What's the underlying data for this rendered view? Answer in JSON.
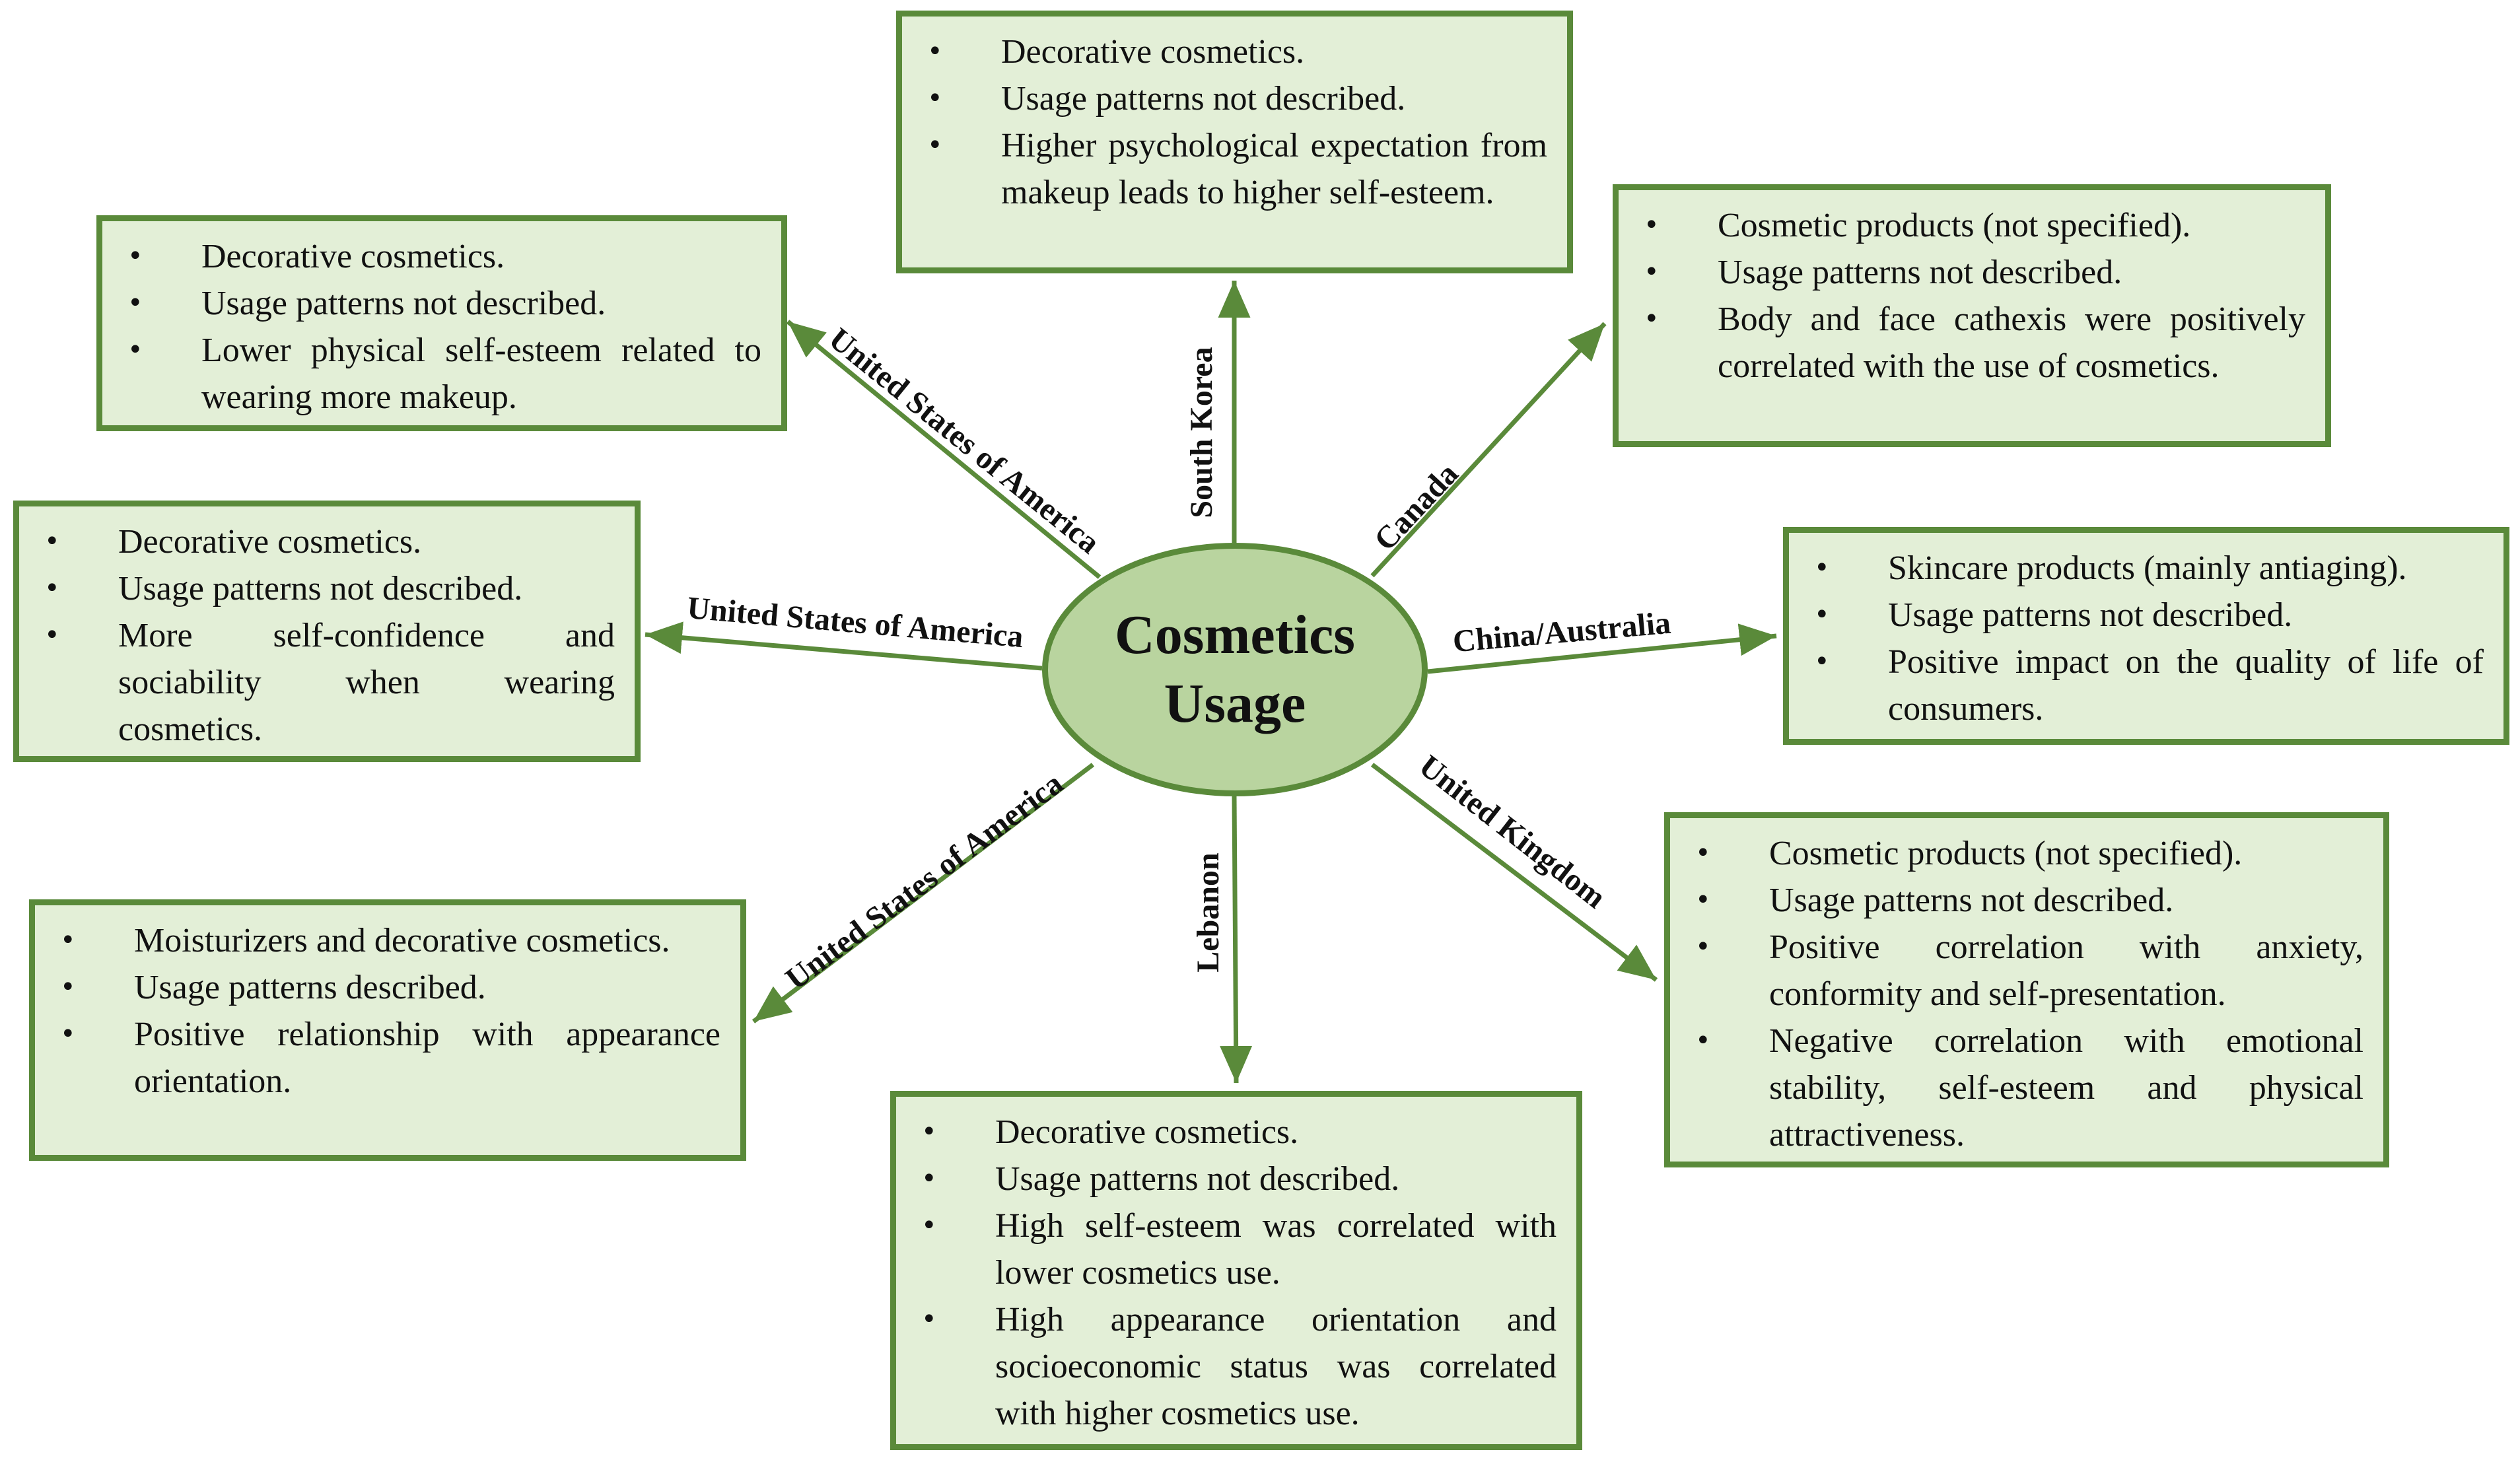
{
  "center": {
    "line1": "Cosmetics",
    "line2": "Usage"
  },
  "edges": [
    {
      "id": "south-korea",
      "label": "South Korea",
      "items": [
        "Decorative cosmetics.",
        "Usage patterns not described.",
        "Higher psychological expectation from makeup leads to higher self-esteem."
      ]
    },
    {
      "id": "canada",
      "label": "Canada",
      "items": [
        "Cosmetic products (not specified).",
        "Usage patterns not described.",
        "Body and face cathexis were positively correlated with the use of cosmetics."
      ]
    },
    {
      "id": "china-australia",
      "label": "China/Australia",
      "items": [
        "Skincare products (mainly antiaging).",
        "Usage patterns not described.",
        "Positive impact on the quality of life of consumers."
      ]
    },
    {
      "id": "united-kingdom",
      "label": "United Kingdom",
      "items": [
        "Cosmetic products (not specified).",
        "Usage patterns not described.",
        "Positive correlation with anxiety, conformity and self-presentation.",
        "Negative correlation with emotional stability, self-esteem and physical attractiveness."
      ]
    },
    {
      "id": "lebanon",
      "label": "Lebanon",
      "items": [
        "Decorative cosmetics.",
        "Usage patterns not described.",
        "High self-esteem was correlated with lower cosmetics use.",
        "High appearance orientation and socioeconomic status was correlated with higher cosmetics use."
      ]
    },
    {
      "id": "usa-lower-left",
      "label": "United States of America",
      "items": [
        "Moisturizers and decorative cosmetics.",
        "Usage patterns described.",
        "Positive relationship with appearance orientation."
      ]
    },
    {
      "id": "usa-left",
      "label": "United States of America",
      "items": [
        "Decorative cosmetics.",
        "Usage patterns not described.",
        "More self-confidence and sociability when wearing cosmetics."
      ]
    },
    {
      "id": "usa-upper-left",
      "label": "United States of America",
      "items": [
        "Decorative cosmetics.",
        "Usage patterns not described.",
        "Lower physical self-esteem related to wearing more makeup."
      ]
    }
  ],
  "colors": {
    "box_fill": "#e3efd7",
    "border": "#5a8a3a",
    "center_fill": "#b9d49f",
    "arrow": "#5a8a3a"
  }
}
